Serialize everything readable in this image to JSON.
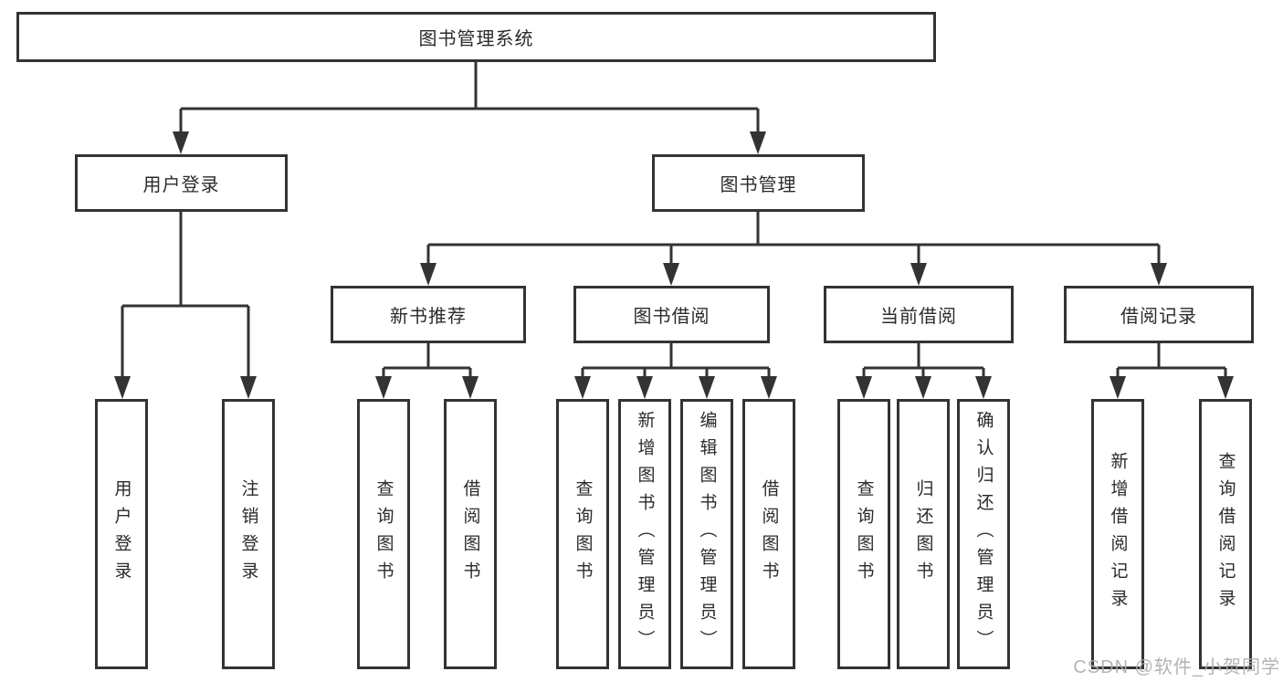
{
  "tree": {
    "root": {
      "label": "图书管理系统"
    },
    "user_login": {
      "label": "用户登录",
      "children": {
        "login": {
          "label": "用户登录"
        },
        "logout": {
          "label": "注销登录"
        }
      }
    },
    "book_mgmt": {
      "label": "图书管理",
      "children": {
        "new_book_rec": {
          "label": "新书推荐",
          "children": {
            "query_books": {
              "label": "查询图书"
            },
            "borrow_books": {
              "label": "借阅图书"
            }
          }
        },
        "book_borrow": {
          "label": "图书借阅",
          "children": {
            "query_books": {
              "label": "查询图书"
            },
            "add_books": {
              "label": "新增图书（管理员）"
            },
            "edit_books": {
              "label": "编辑图书（管理员）"
            },
            "borrow_books": {
              "label": "借阅图书"
            }
          }
        },
        "current_borrow": {
          "label": "当前借阅",
          "children": {
            "query_books": {
              "label": "查询图书"
            },
            "return_books": {
              "label": "归还图书"
            },
            "confirm_return": {
              "label": "确认归还（管理员）"
            }
          }
        },
        "borrow_records": {
          "label": "借阅记录",
          "children": {
            "add_record": {
              "label": "新增借阅记录"
            },
            "query_record": {
              "label": "查询借阅记录"
            }
          }
        }
      }
    }
  },
  "watermark": {
    "text": "CSDN @软件_小贺同学"
  },
  "colors": {
    "line": "#333333",
    "text": "#2b2b2b",
    "box_fill": "#ffffff",
    "background": "#ffffff",
    "watermark": "#acacac"
  }
}
